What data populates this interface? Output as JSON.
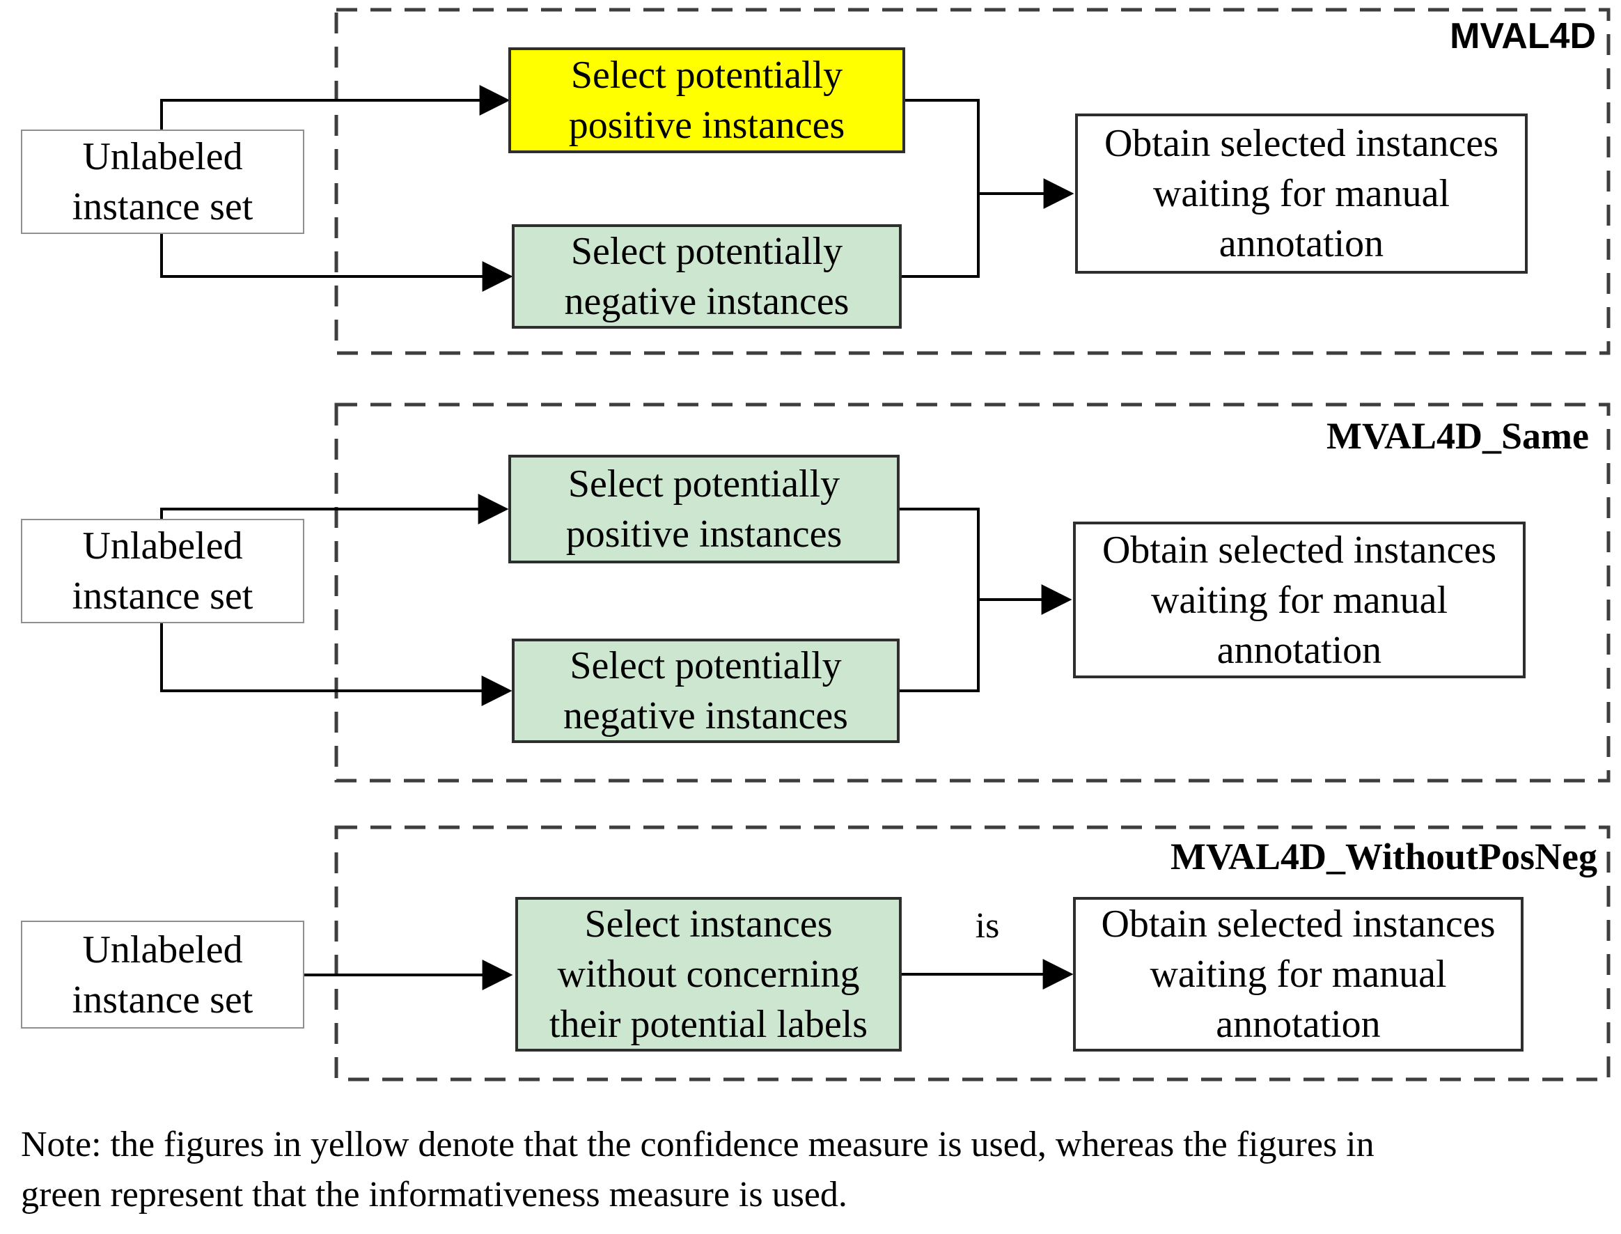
{
  "panels": [
    {
      "label": "MVAL4D",
      "source_box": [
        "Unlabeled",
        "instance set"
      ],
      "boxes": [
        {
          "lines": [
            "Select potentially",
            "positive instances"
          ],
          "measure": "confidence",
          "fill": "#ffff00"
        },
        {
          "lines": [
            "Select potentially",
            "negative instances"
          ],
          "measure": "informativeness",
          "fill": "#cde6d0"
        }
      ],
      "output_box": [
        "Obtain selected instances",
        "waiting for manual",
        "annotation"
      ]
    },
    {
      "label": "MVAL4D_Same",
      "source_box": [
        "Unlabeled",
        "instance set"
      ],
      "boxes": [
        {
          "lines": [
            "Select potentially",
            "positive instances"
          ],
          "measure": "informativeness",
          "fill": "#cde6d0"
        },
        {
          "lines": [
            "Select potentially",
            "negative instances"
          ],
          "measure": "informativeness",
          "fill": "#cde6d0"
        }
      ],
      "output_box": [
        "Obtain selected instances",
        "waiting for manual",
        "annotation"
      ]
    },
    {
      "label": "MVAL4D_WithoutPosNeg",
      "source_box": [
        "Unlabeled",
        "instance set"
      ],
      "boxes": [
        {
          "lines": [
            "Select instances",
            "without concerning",
            "their potential labels"
          ],
          "measure": "informativeness",
          "fill": "#cde6d0"
        }
      ],
      "arrow_label": "is",
      "output_box": [
        "Obtain selected instances",
        "waiting for manual",
        "annotation"
      ]
    }
  ],
  "note": [
    "Note: the figures in yellow denote that the confidence measure is used, whereas the figures in",
    "green represent that the informativeness measure is used."
  ],
  "colors": {
    "confidence_fill": "#ffff00",
    "informativeness_fill": "#cde6d0",
    "box_border": "#2e2e2e",
    "source_border": "#8f8f8f",
    "dashed_border": "#3e3e3e",
    "line": "#000000"
  }
}
